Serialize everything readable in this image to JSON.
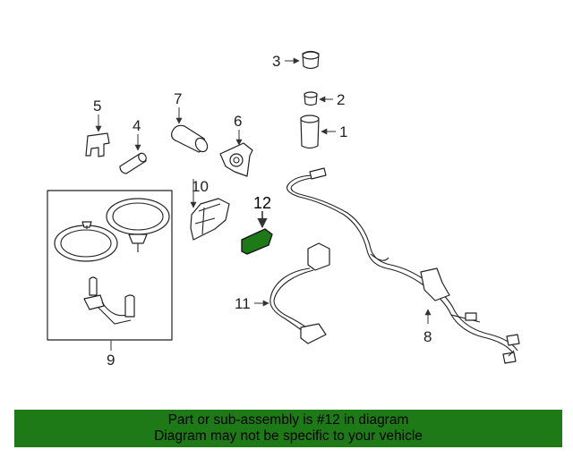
{
  "callouts": {
    "c1": "1",
    "c2": "2",
    "c3": "3",
    "c4": "4",
    "c5": "5",
    "c6": "6",
    "c7": "7",
    "c8": "8",
    "c9": "9",
    "c10": "10",
    "c11": "11",
    "c12": "12"
  },
  "highlight_color": "#1e7a16",
  "banner": {
    "line1": "Part or sub-assembly is #12 in diagram",
    "line2": "Diagram may not be specific to your vehicle"
  }
}
